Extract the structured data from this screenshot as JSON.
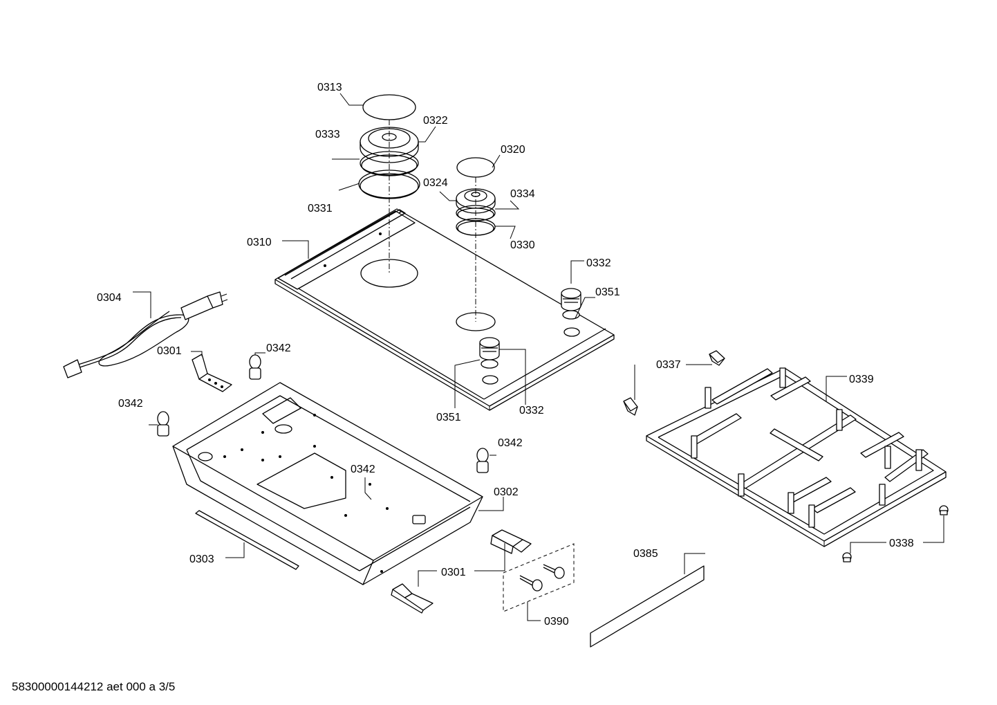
{
  "diagram": {
    "footer": "58300000144212 aet 000 a 3/5",
    "parts": {
      "p0313": "0313",
      "p0322": "0322",
      "p0333": "0333",
      "p0320": "0320",
      "p0324": "0324",
      "p0334": "0334",
      "p0331": "0331",
      "p0330": "0330",
      "p0310": "0310",
      "p0332a": "0332",
      "p0351a": "0351",
      "p0304": "0304",
      "p0301a": "0301",
      "p0342a": "0342",
      "p0337": "0337",
      "p0339": "0339",
      "p0351b": "0351",
      "p0332b": "0332",
      "p0342b": "0342",
      "p0342c": "0342",
      "p0342d": "0342",
      "p0302": "0302",
      "p0303": "0303",
      "p0301b": "0301",
      "p0385": "0385",
      "p0338": "0338",
      "p0390": "0390"
    }
  }
}
